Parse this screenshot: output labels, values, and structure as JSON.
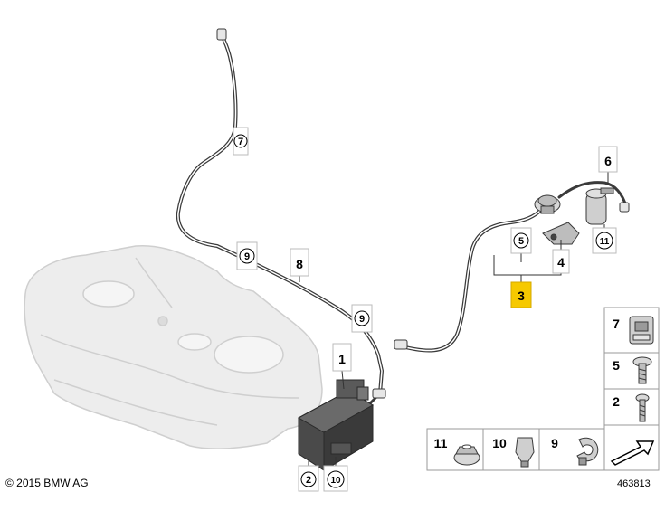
{
  "callouts": {
    "hose_vent_upper": "7",
    "hose_clip_left": "9",
    "pipe_main": "8",
    "pipe_clip_right": "9",
    "canister": "1",
    "canister_screw": "2",
    "canister_nut": "10",
    "valve_assembly": "3",
    "valve_bracket": "4",
    "valve_screw": "5",
    "sensor": "6",
    "sensor_nut": "11"
  },
  "parts_list": {
    "right_column": [
      "7",
      "5",
      "2"
    ],
    "bottom_row": [
      "11",
      "10",
      "9"
    ]
  },
  "copyright": "© 2015 BMW AG",
  "figure_number": "463813",
  "colors": {
    "highlight": "#f6c900",
    "line": "#3a3a3a",
    "tank_fill": "#ececec"
  }
}
